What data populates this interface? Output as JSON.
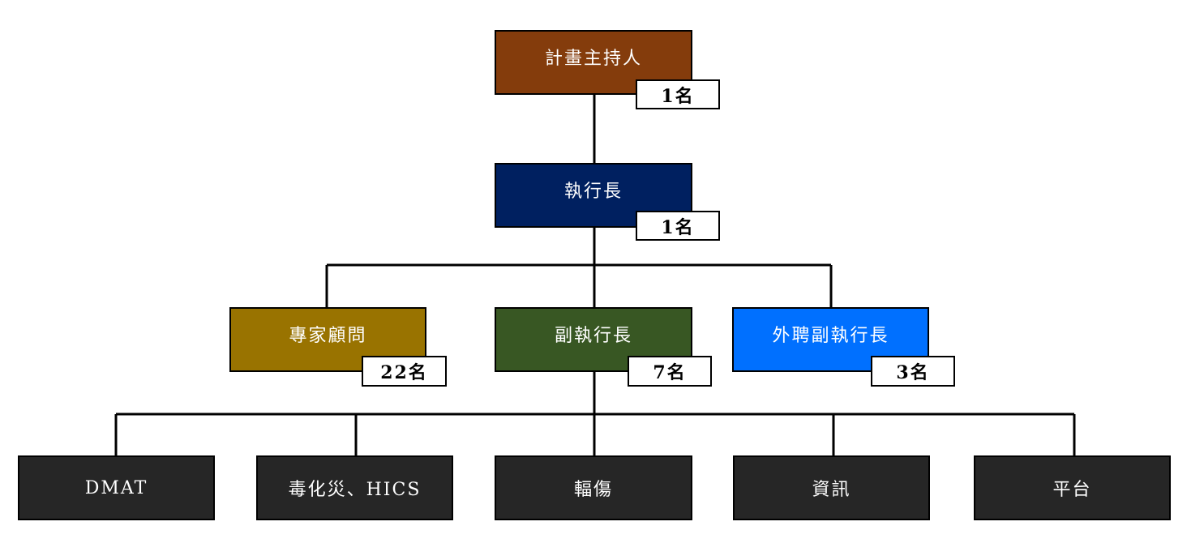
{
  "diagram": {
    "colors": {
      "pi": "#843C0C",
      "exec": "#002060",
      "expert": "#997300",
      "deputy": "#385723",
      "external": "#0070FF",
      "team": "#262626",
      "line": "#000000"
    },
    "pi": {
      "label": "計畫主持人",
      "count": "1名"
    },
    "exec": {
      "label": "執行長",
      "count": "1名"
    },
    "expert": {
      "label": "專家顧問",
      "count": "22名"
    },
    "deputy": {
      "label": "副執行長",
      "count": "7名"
    },
    "external": {
      "label": "外聘副執行長",
      "count": "3名"
    },
    "teams": [
      {
        "label": "DMAT"
      },
      {
        "label": "毒化災、HICS"
      },
      {
        "label": "輻傷"
      },
      {
        "label": "資訊"
      },
      {
        "label": "平台"
      }
    ]
  }
}
